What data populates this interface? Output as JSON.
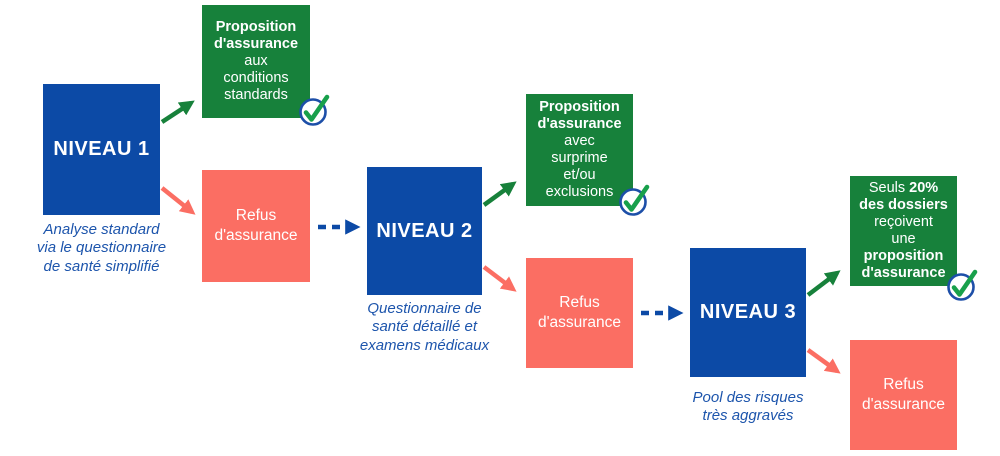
{
  "colors": {
    "level_box_blue": "#0C4AA6",
    "accept_box_green": "#17813B",
    "refuse_box_salmon": "#FB6E63",
    "caption_text_blue": "#1D55AC",
    "dashed_arrow_blue": "#0C4AA6",
    "check_mark_green": "#18A04B",
    "check_ring_blue": "#1D4FA8"
  },
  "levels": [
    {
      "name": "NIVEAU 1",
      "caption": "Analyse standard\nvia le questionnaire\nde santé simplifié",
      "accept": {
        "bold": "Proposition\nd'assurance",
        "regular": "aux\nconditions\nstandards"
      },
      "refuse": "Refus\nd'assurance"
    },
    {
      "name": "NIVEAU 2",
      "caption": "Questionnaire de\nsanté détaillé et\nexamens médicaux",
      "accept": {
        "bold": "Proposition\nd'assurance",
        "regular": "avec\nsurprime\net/ou\nexclusions"
      },
      "refuse": "Refus\nd'assurance"
    },
    {
      "name": "NIVEAU 3",
      "caption": "Pool des risques\ntrès aggravés",
      "accept": {
        "prefix_regular": "Seuls",
        "prefix_bold": "20%",
        "bold_a": "des dossiers",
        "regular": "reçoivent\nune",
        "bold_b": "proposition\nd'assurance"
      },
      "refuse": "Refus\nd'assurance"
    }
  ]
}
